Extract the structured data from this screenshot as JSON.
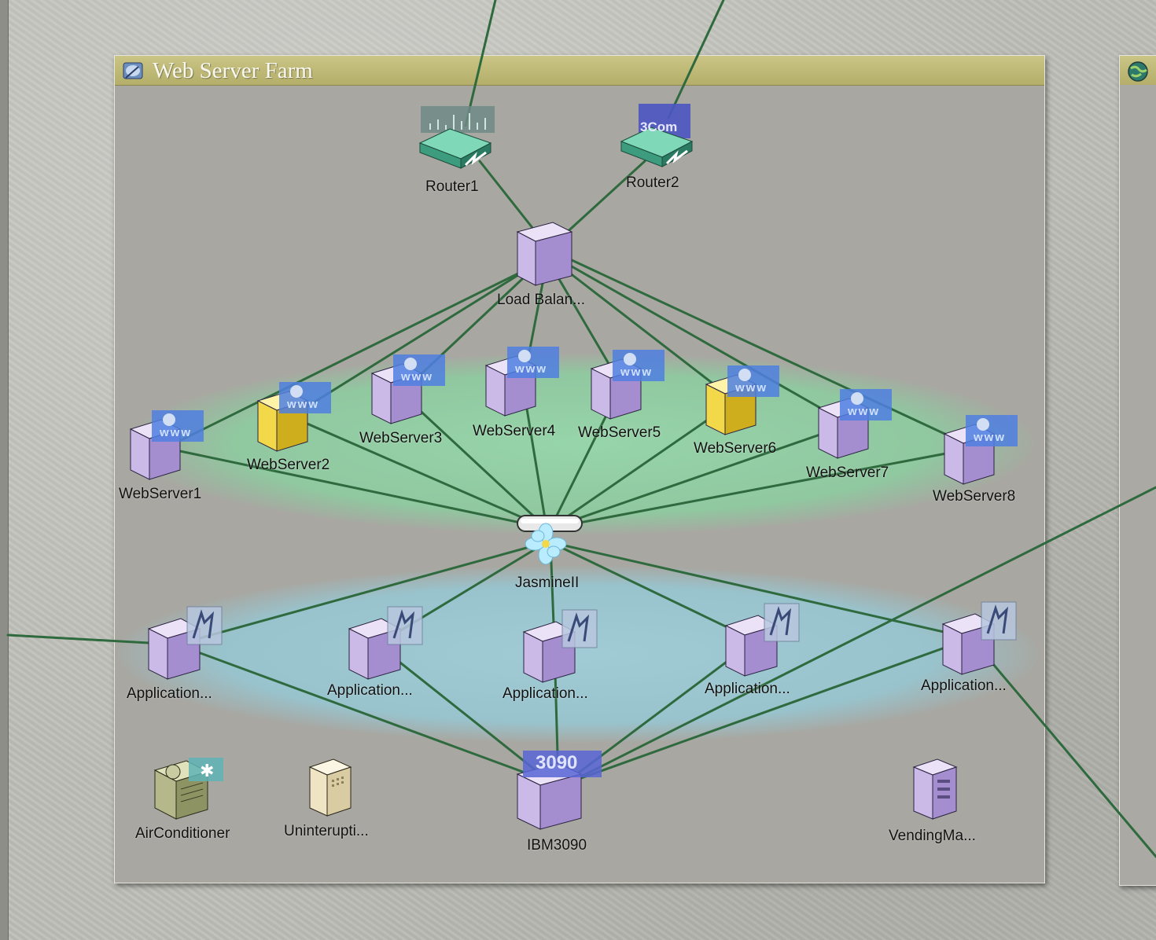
{
  "window": {
    "title": "Web Server Farm"
  },
  "colors": {
    "link": "#2f6a3e",
    "server_purple": "#c9b8e6",
    "server_yellow": "#f1d64a",
    "router_green": "#5fc3a2",
    "title_bar": "#c4be7d"
  },
  "routers": [
    {
      "name": "Router1",
      "badge": ""
    },
    {
      "name": "Router2",
      "badge": "3Com"
    }
  ],
  "load_balancer": {
    "name": "Load Balan..."
  },
  "hub": {
    "name": "JasmineII"
  },
  "web_servers": [
    {
      "name": "WebServer1",
      "color": "purple",
      "badge": "www"
    },
    {
      "name": "WebServer2",
      "color": "yellow",
      "badge": "www"
    },
    {
      "name": "WebServer3",
      "color": "purple",
      "badge": "www"
    },
    {
      "name": "WebServer4",
      "color": "purple",
      "badge": "www"
    },
    {
      "name": "WebServer5",
      "color": "purple",
      "badge": "www"
    },
    {
      "name": "WebServer6",
      "color": "yellow",
      "badge": "www"
    },
    {
      "name": "WebServer7",
      "color": "purple",
      "badge": "www"
    },
    {
      "name": "WebServer8",
      "color": "purple",
      "badge": "www"
    }
  ],
  "app_servers": [
    {
      "name": "Application..."
    },
    {
      "name": "Application..."
    },
    {
      "name": "Application..."
    },
    {
      "name": "Application..."
    },
    {
      "name": "Application..."
    }
  ],
  "mainframe": {
    "name": "IBM3090",
    "badge": "3090"
  },
  "facilities": [
    {
      "name": "AirConditioner"
    },
    {
      "name": "Uninterupti..."
    },
    {
      "name": "VendingMa..."
    }
  ]
}
